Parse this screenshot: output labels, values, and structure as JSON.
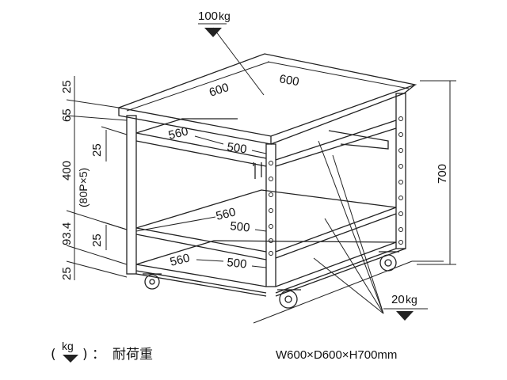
{
  "load_top": {
    "value": "100",
    "unit": "kg"
  },
  "load_bottom": {
    "value": "20",
    "unit": "kg"
  },
  "top_dims": [
    "600",
    "600"
  ],
  "shelf_dims": {
    "upper": [
      "560",
      "500"
    ],
    "middle": [
      "560",
      "500"
    ],
    "lower": [
      "560",
      "500"
    ]
  },
  "left_dims": [
    "25",
    "65",
    "400",
    "(80P×5)",
    "93.4",
    "25"
  ],
  "inner_dims": [
    "25",
    "25"
  ],
  "height_dim": "700",
  "legend": {
    "unit": "kg",
    "colon": "：",
    "text": "耐荷重"
  },
  "size_text": "W600×D600×H700mm"
}
